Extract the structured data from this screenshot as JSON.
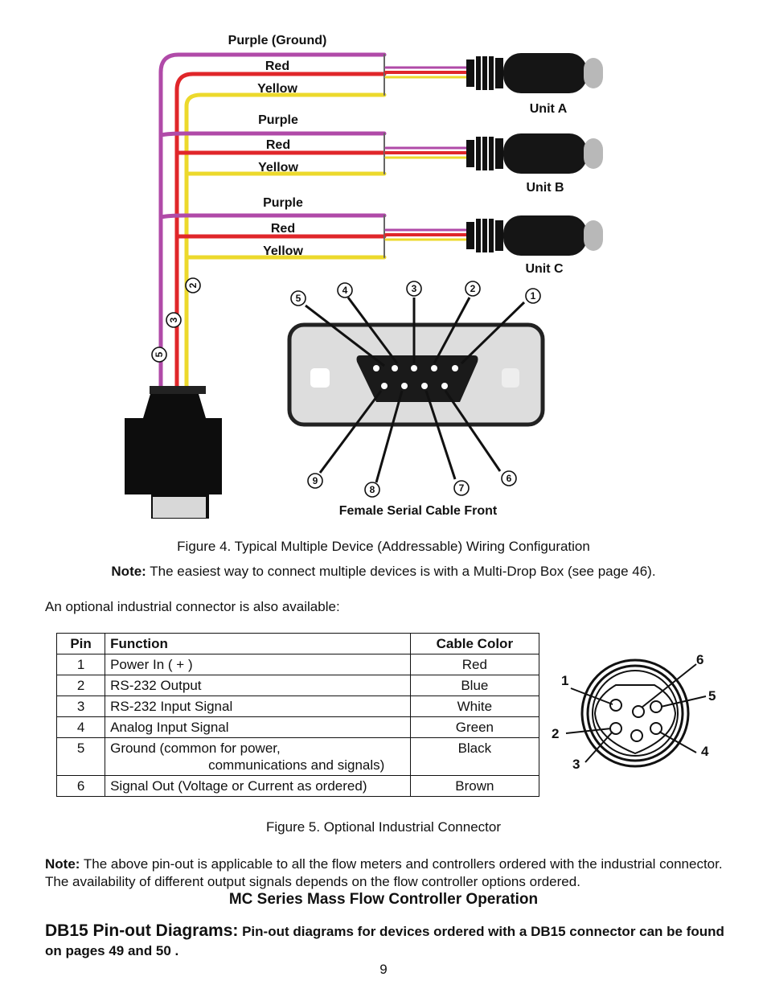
{
  "figure4": {
    "wire_labels": [
      "Purple (Ground)",
      "Red",
      "Yellow",
      "Purple",
      "Red",
      "Yellow",
      "Purple",
      "Red",
      "Yellow"
    ],
    "units": [
      "Unit A",
      "Unit B",
      "Unit C"
    ],
    "cable_pin_markers": [
      "2",
      "3",
      "5"
    ],
    "db9_top_pins": [
      "5",
      "4",
      "3",
      "2",
      "1"
    ],
    "db9_bottom_pins": [
      "9",
      "8",
      "7",
      "6"
    ],
    "connector_caption": "Female Serial Cable Front",
    "caption": "Figure 4.  Typical Multiple Device (Addressable) Wiring Configuration",
    "note_label": "Note:",
    "note_text": " The easiest way to connect multiple devices is with a Multi-Drop Box (see page 46)."
  },
  "intro_text": "An optional industrial connector is also available:",
  "pin_table": {
    "headers": [
      "Pin",
      "Function",
      "Cable Color"
    ],
    "rows": [
      {
        "pin": "1",
        "function": "Power In  ( + )",
        "color": "Red"
      },
      {
        "pin": "2",
        "function": "RS-232 Output",
        "color": "Blue"
      },
      {
        "pin": "3",
        "function": "RS-232 Input Signal",
        "color": "White"
      },
      {
        "pin": "4",
        "function": "Analog Input Signal",
        "color": "Green"
      },
      {
        "pin": "5",
        "function": "Ground (common for power,",
        "function_line2": "communications and signals)",
        "color": "Black"
      },
      {
        "pin": "6",
        "function": "Signal Out (Voltage or Current as ordered)",
        "color": "Brown"
      }
    ]
  },
  "industrial_connector_pins": [
    "1",
    "2",
    "3",
    "4",
    "5",
    "6"
  ],
  "figure5_caption": "Figure 5. Optional Industrial Connector",
  "note2_label": "Note:",
  "note2_text": " The above pin-out is applicable to all the flow meters and controllers ordered with the industrial connector. The availability of different output signals depends on the flow controller options ordered.",
  "section_title": "MC Series Mass Flow Controller Operation",
  "db15_heading": "DB15 Pin-out Diagrams:",
  "db15_text": " Pin-out diagrams for devices ordered with a DB15 connector can be found on pages 49 and 50 .",
  "page_number": "9",
  "colors": {
    "purple": "#b04aa8",
    "red": "#e0262a",
    "yellow": "#ecd92c",
    "black": "#111111"
  }
}
